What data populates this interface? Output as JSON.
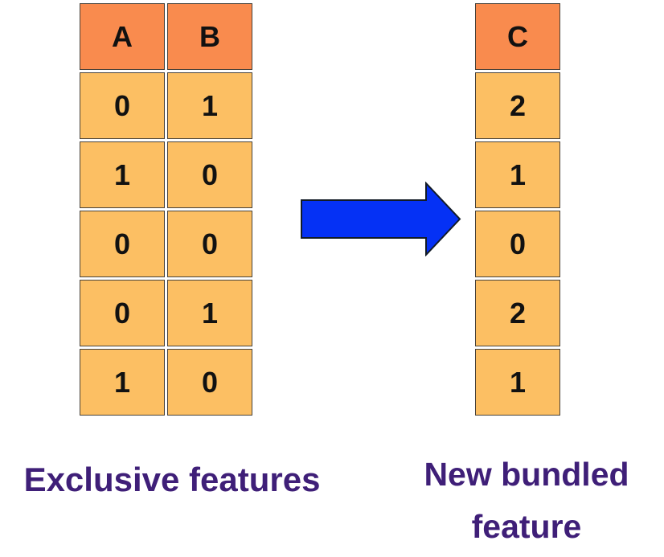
{
  "diagram": {
    "description": "Two exclusive binary features A and B bundled into a single new feature C"
  },
  "tables": {
    "exclusive": {
      "title": "Exclusive features",
      "headers": [
        "A",
        "B"
      ],
      "rows": [
        [
          "0",
          "1"
        ],
        [
          "1",
          "0"
        ],
        [
          "0",
          "0"
        ],
        [
          "0",
          "1"
        ],
        [
          "1",
          "0"
        ]
      ]
    },
    "bundled": {
      "title": "New bundled feature",
      "headers": [
        "C"
      ],
      "rows": [
        [
          "2"
        ],
        [
          "1"
        ],
        [
          "0"
        ],
        [
          "2"
        ],
        [
          "1"
        ]
      ]
    }
  },
  "labels": {
    "left_caption": "Exclusive features",
    "right_caption_line1": "New bundled",
    "right_caption_line2": "feature"
  },
  "icons": {
    "arrow": "right-arrow-icon"
  },
  "colors": {
    "header_fill": "#f98b4e",
    "cell_fill": "#fcbf63",
    "cell_border": "#474139",
    "arrow_fill": "#0531f5",
    "arrow_stroke": "#121b26",
    "label_text": "#3f1f78"
  }
}
